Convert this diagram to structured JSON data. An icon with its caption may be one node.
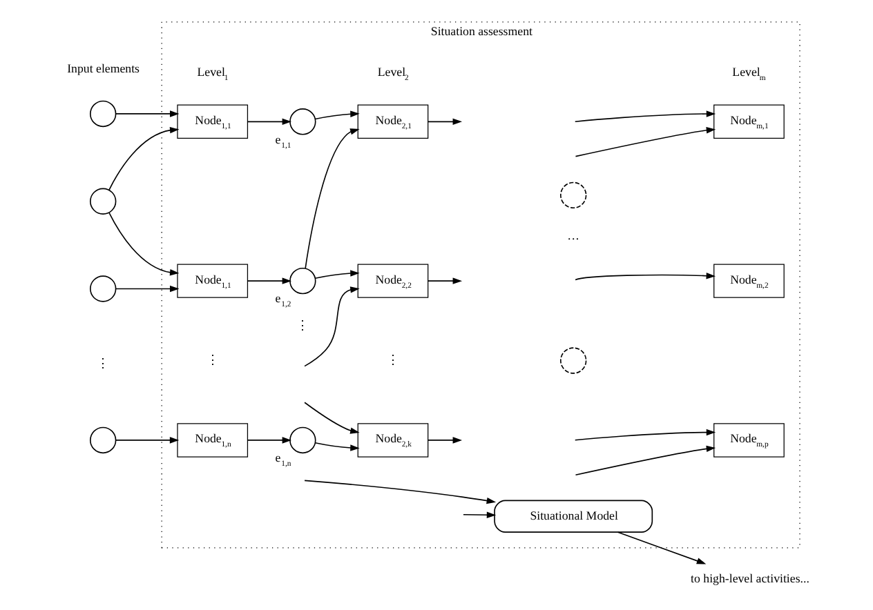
{
  "diagram": {
    "nodes": [
      {
        "text": [
          "Situation assessment"
        ]
      },
      {
        "text": [],
        "shape": "circle"
      },
      {
        "text": [],
        "shape": "circle"
      },
      {
        "text": [],
        "shape": "circle"
      },
      {
        "text": [],
        "shape": "circle"
      },
      {
        "text": [
          "Node$_{1,1}$"
        ],
        "in": 0
      },
      {
        "text": [
          "e$_{1,1}$"
        ],
        "in": 0
      },
      {
        "text": [
          "Node$_{2,1}$"
        ],
        "in": 0
      },
      {
        "text": [],
        "shape": "circle",
        "in": 0
      },
      {
        "text": [
          "Node$_{m,1}$"
        ],
        "in": 0
      },
      {
        "text": [
          "Node$_{1,1}$"
        ],
        "in": 0
      },
      {
        "text": [
          "e$_{1,2}$"
        ],
        "in": 0
      },
      {
        "text": [
          "Node$_{2,2}$"
        ],
        "in": 0
      },
      {
        "text": [
          "Node$_{m,2}$"
        ],
        "in": 0
      },
      {
        "text": [],
        "shape": "circle",
        "in": 0
      },
      {
        "text": [
          "Node$_{1,n}$"
        ],
        "in": 0
      },
      {
        "text": [
          "e$_{1,n}$"
        ],
        "in": 0
      },
      {
        "text": [
          "Node$_{2,k}$"
        ],
        "in": 0
      },
      {
        "text": [
          "Node$_{m,p}$"
        ],
        "in": 0
      },
      {
        "text": [
          "Situational Model"
        ],
        "in": 0
      },
      {
        "text": [
          "to high-level activities..."
        ]
      }
    ],
    "edges": [
      {
        "from": 1,
        "to": 5,
        "arrow": "to"
      },
      {
        "from": 2,
        "to": 5,
        "arrow": "to"
      },
      {
        "from": 2,
        "to": 10,
        "arrow": "to"
      },
      {
        "from": 3,
        "to": 10,
        "arrow": "to"
      },
      {
        "from": 4,
        "to": 15,
        "arrow": "to"
      },
      {
        "from": 5,
        "to": 6,
        "arrow": "to"
      },
      {
        "from": 10,
        "to": 11,
        "arrow": "to"
      },
      {
        "from": 15,
        "to": 16,
        "arrow": "to"
      },
      {
        "from": 6,
        "to": 7,
        "arrow": "to"
      },
      {
        "from": 11,
        "to": 7,
        "arrow": "to"
      },
      {
        "from": 11,
        "to": 12,
        "arrow": "to"
      },
      {
        "from": null,
        "to": 12,
        "arrow": "to"
      },
      {
        "from": null,
        "to": 17,
        "arrow": "to"
      },
      {
        "from": 16,
        "to": 17,
        "arrow": "to"
      },
      {
        "from": 7,
        "to": null,
        "arrow": "to"
      },
      {
        "from": 12,
        "to": null,
        "arrow": "to"
      },
      {
        "from": 17,
        "to": null,
        "arrow": "to"
      },
      {
        "from": null,
        "to": 9,
        "arrow": "to"
      },
      {
        "from": null,
        "to": 9,
        "arrow": "to"
      },
      {
        "from": null,
        "to": 13,
        "arrow": "to"
      },
      {
        "from": null,
        "to": 18,
        "arrow": "to"
      },
      {
        "from": null,
        "to": 18,
        "arrow": "to"
      },
      {
        "from": null,
        "to": 19,
        "arrow": "to"
      },
      {
        "from": null,
        "to": 19,
        "arrow": "to"
      },
      {
        "from": 19,
        "to": 20,
        "arrow": "to"
      }
    ],
    "labels": [
      "Input elements",
      "Level$_{1}$",
      "Level$_{2}$",
      "Level$_{m}$",
      "⋮",
      "⋮",
      "⋮",
      "⋮",
      "···"
    ]
  }
}
